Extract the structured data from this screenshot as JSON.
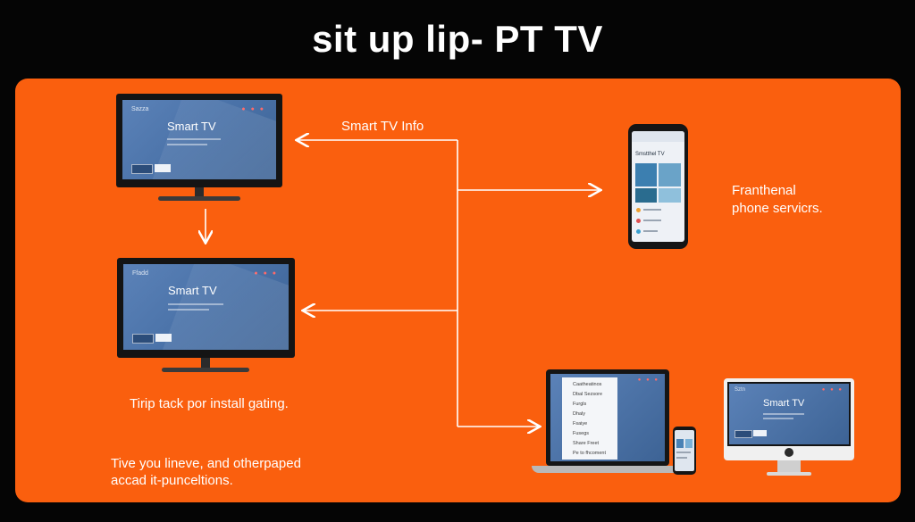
{
  "title": "sit up lip- PT TV",
  "labels": {
    "smart_tv_info": "Smart TV Info",
    "phone_line1": "Franthenal",
    "phone_line2": "phone servicrs.",
    "install_text": "Tirip tack por install gating.",
    "bottom_line1": "Tive you lineve, and otherpaped",
    "bottom_line2": "accad it-punceltions."
  },
  "devices": {
    "tv_top": {
      "brand": "Sazza",
      "title": "Smart TV"
    },
    "tv_middle": {
      "brand": "Ffadd",
      "title": "Smart TV"
    },
    "phone": {
      "title": "Smstthel TV"
    },
    "laptop_menu": [
      "Caatheatinos",
      "Dbal Sezsore",
      "Furgls",
      "Dhaly",
      "Fsaiye",
      "Fusegs",
      "Share Freet",
      "Pe to fhcoment"
    ],
    "imac": {
      "brand": "Sztn",
      "title": "Smart TV"
    }
  },
  "colors": {
    "background": "#050505",
    "panel": "#fa5f0e",
    "screen": "#4a72a8",
    "arrow": "#ffffff"
  }
}
